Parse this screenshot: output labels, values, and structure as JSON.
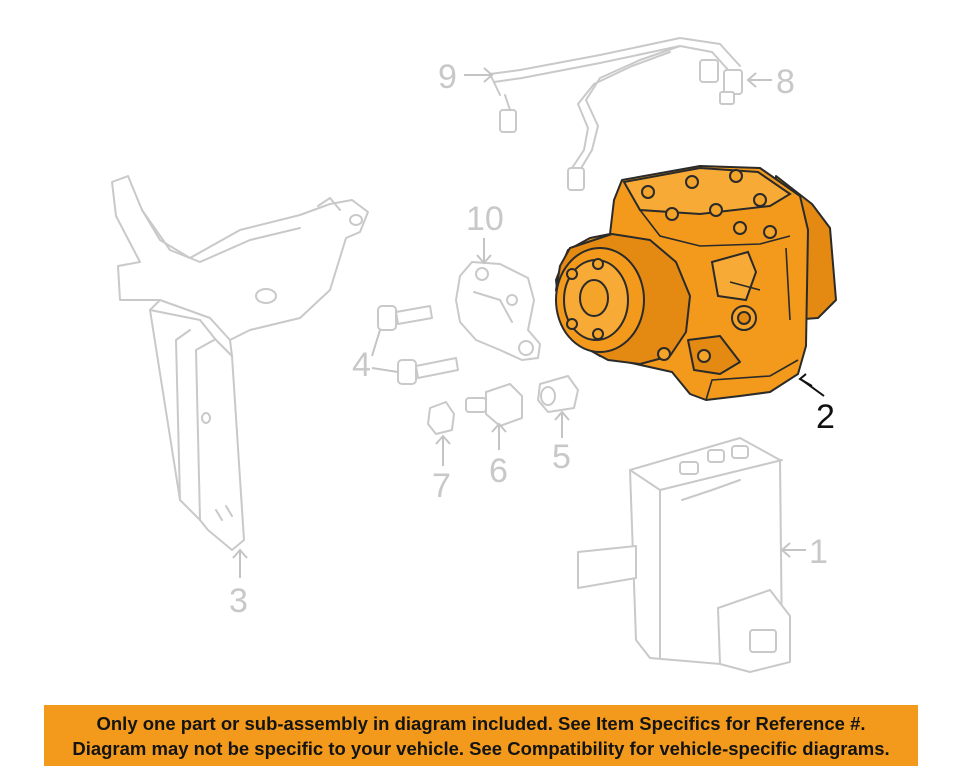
{
  "callouts": {
    "c1": "1",
    "c2": "2",
    "c3": "3",
    "c4": "4",
    "c5": "5",
    "c6": "6",
    "c7": "7",
    "c8": "8",
    "c9": "9",
    "c10": "10"
  },
  "highlighted_callout": "2",
  "colors": {
    "highlight": "#f39a1c",
    "ghost_line": "#c9c9c9",
    "banner_bg": "#f39a1c"
  },
  "disclaimer": {
    "line1": "Only one part or sub-assembly in diagram included. See Item Specifics for Reference #.",
    "line2": "Diagram may not be specific to your vehicle. See Compatibility for vehicle-specific diagrams."
  }
}
